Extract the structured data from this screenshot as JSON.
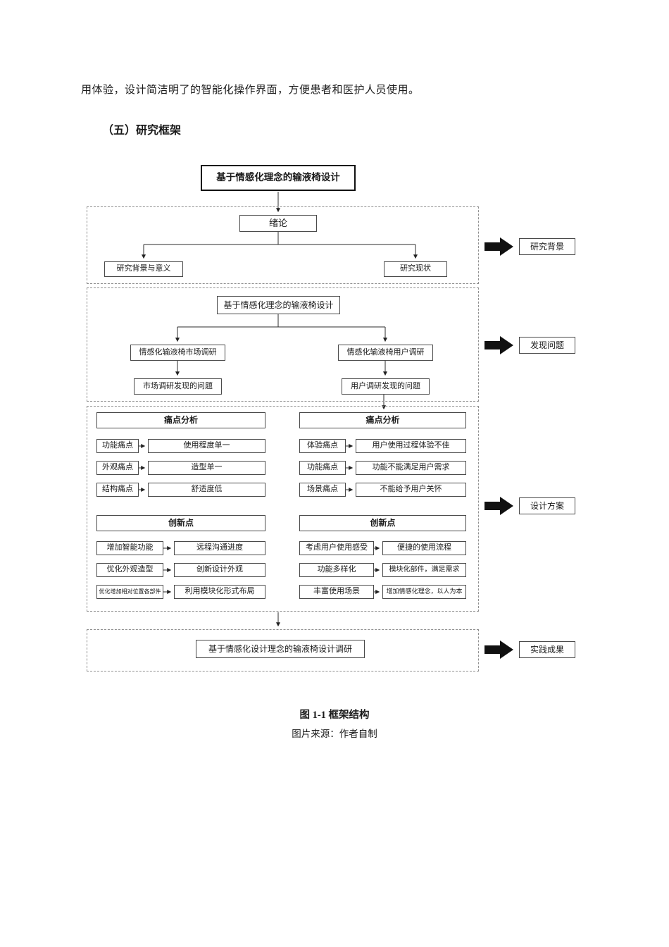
{
  "document": {
    "body_text": "用体验，设计简洁明了的智能化操作界面，方便患者和医护人员使用。",
    "section_heading": "（五）研究框架",
    "figure_caption": "图 1-1 框架结构",
    "figure_source": "图片来源：作者自制"
  },
  "diagram": {
    "root_title": "基于情感化理念的输液椅设计",
    "stage1": {
      "node": "绪论",
      "left_leaf": "研究背景与意义",
      "right_leaf": "研究现状",
      "side_label": "研究背景"
    },
    "stage2": {
      "node": "基于情感化理念的输液椅设计",
      "left_branch": "情感化输液椅市场调研",
      "right_branch": "情感化输液椅用户调研",
      "left_result": "市场调研发现的问题",
      "right_result": "用户调研发现的问题",
      "side_label": "发现问题"
    },
    "stage3": {
      "left": {
        "pain_header": "痛点分析",
        "pain_rows": [
          {
            "label": "功能痛点",
            "value": "使用程度单一"
          },
          {
            "label": "外观痛点",
            "value": "造型单一"
          },
          {
            "label": "结构痛点",
            "value": "舒适度低"
          }
        ],
        "innovation_header": "创新点",
        "innovation_rows": [
          {
            "label": "增加智能功能",
            "value": "远程沟通进度"
          },
          {
            "label": "优化外观造型",
            "value": "创新设计外观"
          },
          {
            "label": "优化增加相对位置各部件",
            "value": "利用模块化形式布局"
          }
        ]
      },
      "right": {
        "pain_header": "痛点分析",
        "pain_rows": [
          {
            "label": "体验痛点",
            "value": "用户使用过程体验不佳"
          },
          {
            "label": "功能痛点",
            "value": "功能不能满足用户需求"
          },
          {
            "label": "场景痛点",
            "value": "不能给予用户关怀"
          }
        ],
        "innovation_header": "创新点",
        "innovation_rows": [
          {
            "label": "考虑用户使用感受",
            "value": "便捷的使用流程"
          },
          {
            "label": "功能多样化",
            "value": "模块化部件，满足需求"
          },
          {
            "label": "丰富使用场景",
            "value": "增加情感化理念，以人为本"
          }
        ]
      },
      "side_label": "设计方案"
    },
    "stage4": {
      "node": "基于情感化设计理念的输液椅设计调研",
      "side_label": "实践成果"
    }
  }
}
